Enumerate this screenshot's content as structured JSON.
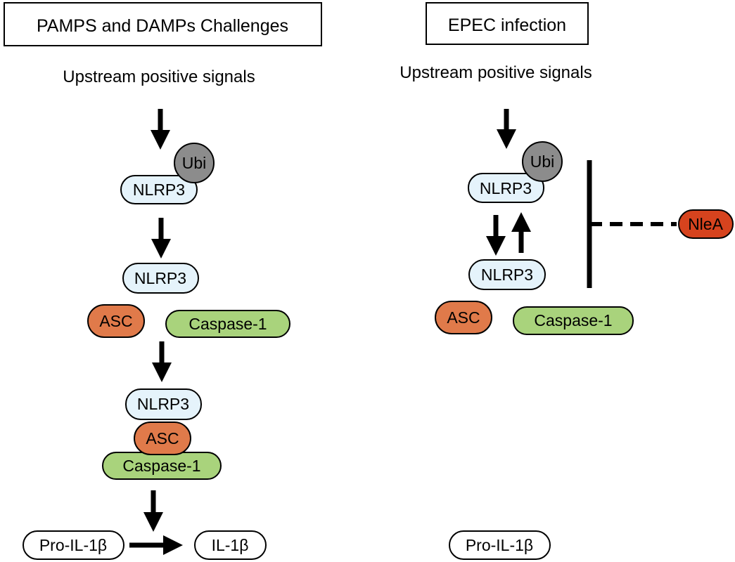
{
  "colors": {
    "nlrp3": "#e5f3fb",
    "asc": "#e07a4a",
    "caspase": "#a9d37c",
    "ubi": "#8c8c8c",
    "nlea": "#d6431e",
    "plain": "#ffffff",
    "stroke": "#000000"
  },
  "left": {
    "title": "PAMPS and DAMPs Challenges",
    "upstream": "Upstream positive signals",
    "ubi": "Ubi",
    "nlrp3_ubi": "NLRP3",
    "nlrp3_free": "NLRP3",
    "asc_free": "ASC",
    "caspase_free": "Caspase-1",
    "complex_nlrp3": "NLRP3",
    "complex_asc": "ASC",
    "complex_caspase": "Caspase-1",
    "pro_il1b": "Pro-IL-1β",
    "il1b": "IL-1β"
  },
  "right": {
    "title": "EPEC infection",
    "upstream": "Upstream positive signals",
    "ubi": "Ubi",
    "nlrp3_ubi": "NLRP3",
    "nlrp3_free": "NLRP3",
    "asc_free": "ASC",
    "caspase_free": "Caspase-1",
    "nlea": "NleA",
    "pro_il1b": "Pro-IL-1β"
  }
}
